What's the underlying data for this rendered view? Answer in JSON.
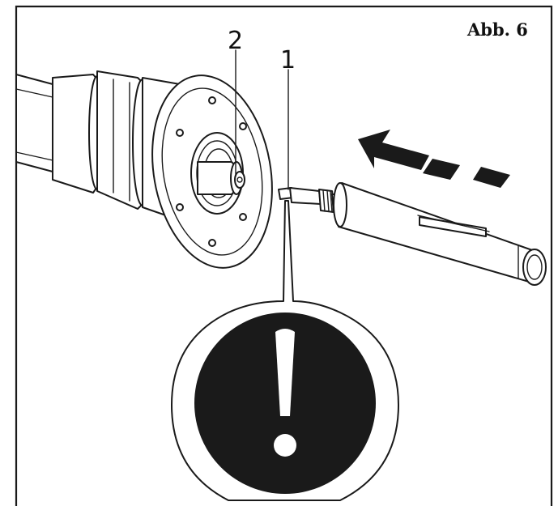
{
  "figure": {
    "label": "Abb. 6",
    "callouts": [
      {
        "number": "1"
      },
      {
        "number": "2"
      }
    ]
  },
  "icons": {
    "warning": "exclamation-warning-icon",
    "direction": "insertion-direction-arrow-icon"
  },
  "colors": {
    "line": "#1a1a1a",
    "paper": "#ffffff",
    "warning_fill": "#1a1a1a"
  }
}
